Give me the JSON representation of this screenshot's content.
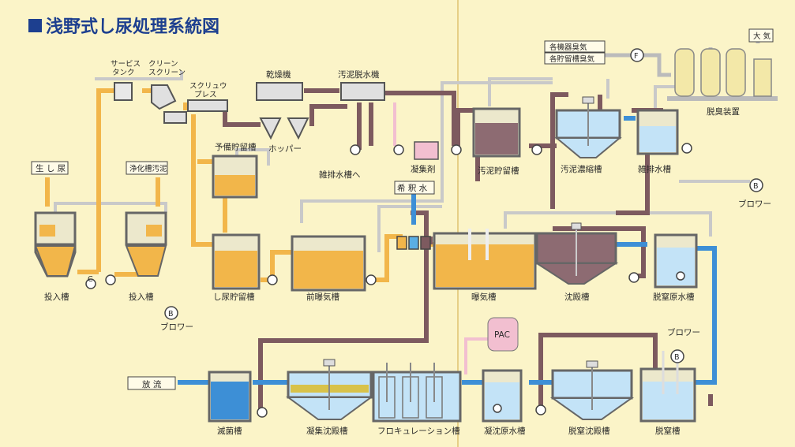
{
  "title": "浅野式し尿処理系統図",
  "inputs": {
    "raw_sewage": "生 し 尿",
    "septic_sludge": "浄化槽汚泥"
  },
  "equipment": {
    "service_tank": "サービス\nタンク",
    "clean_screen": "クリーン\nスクリーン",
    "screw_press": "スクリュウ\nプレス",
    "dryer": "乾燥機",
    "sludge_dewaterer": "汚泥脱水機",
    "hopper": "ホッパー",
    "misc_wastewater_arrow": "雑排水槽へ",
    "coagulant": "凝集剤",
    "dilution_water": "希 釈 水",
    "deodorizer": "脱臭装置",
    "pac": "PAC",
    "blower_1": "ブロワー",
    "blower_2": "ブロワー",
    "blower_3": "ブロワー"
  },
  "odor_sources": {
    "equipment_odor": "各機器臭気",
    "storage_odor": "各貯留槽臭気",
    "atmosphere": "大 気",
    "fan_symbol": "F",
    "blower_symbol": "B",
    "pump_symbol": "C"
  },
  "tanks": {
    "input_tank_1": "投入槽",
    "input_tank_2": "投入槽",
    "reserve_tank": "予備貯留槽",
    "storage_tank": "し尿貯留槽",
    "pre_aeration": "前曝気槽",
    "aeration": "曝気槽",
    "sedimentation": "沈殿槽",
    "denitrification_raw": "脱窒原水槽",
    "sludge_storage": "汚泥貯留槽",
    "sludge_thickener": "汚泥濃縮槽",
    "misc_wastewater": "雑排水槽",
    "coag_raw": "凝沈原水槽",
    "denit_sedimentation": "脱窒沈殿槽",
    "denitrification": "脱窒槽",
    "disinfection": "滅菌槽",
    "coag_sedimentation": "凝集沈殿槽",
    "flocculation": "フロキュレーション槽",
    "discharge": "放 流"
  },
  "colors": {
    "background": "#fbf4c8",
    "title": "#1d3f8f",
    "sewage_orange": "#f2b64a",
    "sludge_brown": "#7d5a5f",
    "water_blue": "#3d8fd6",
    "odor_gray": "#cfcfcf",
    "coagulant_pink": "#f2bfd0"
  }
}
